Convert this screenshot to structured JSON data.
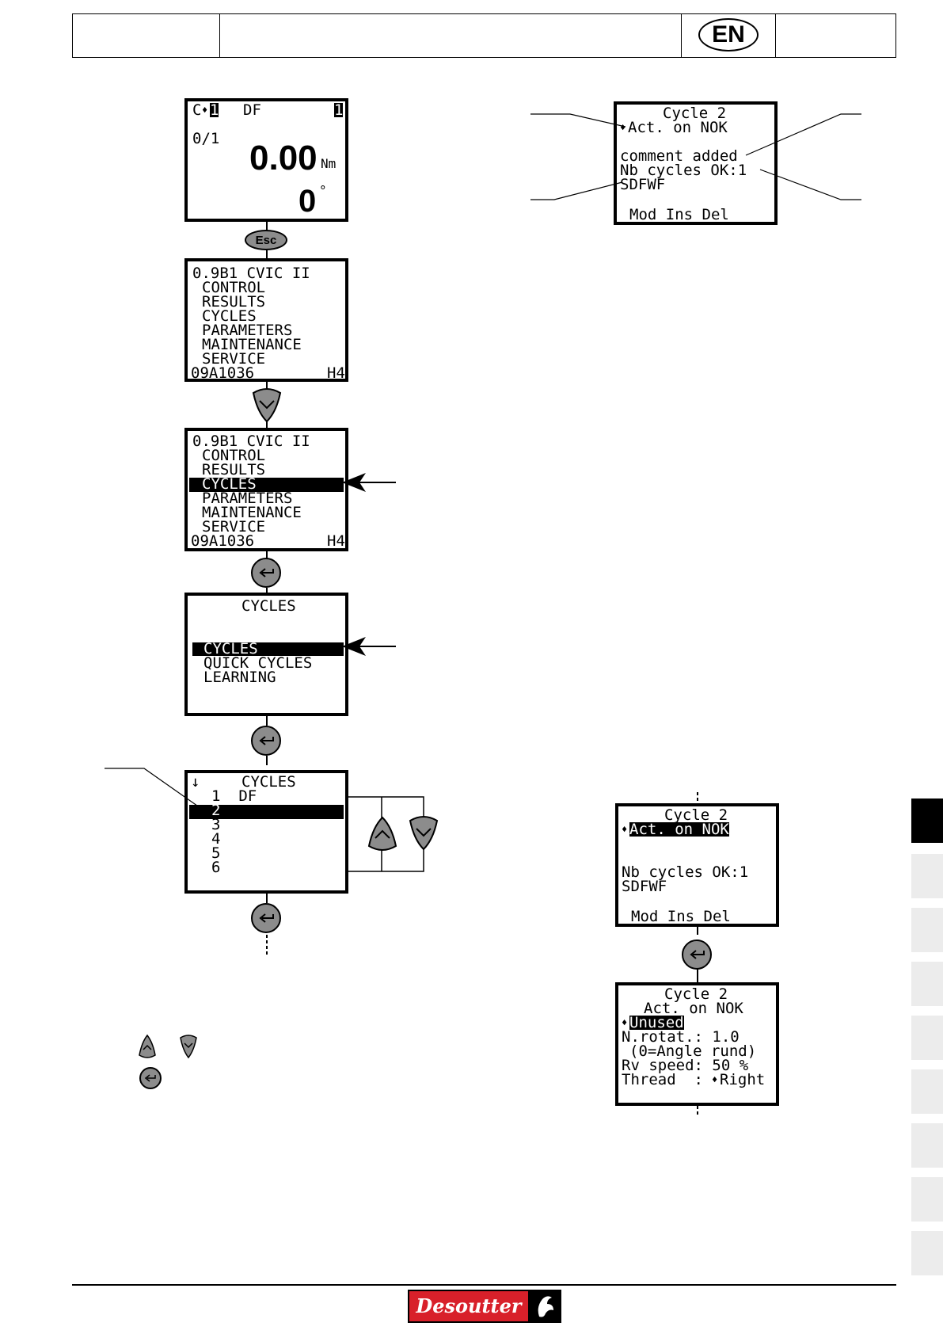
{
  "header": {
    "language": "EN"
  },
  "screens": {
    "run": {
      "top_left": "C",
      "num1": "1",
      "mode": "DF",
      "num2": "1",
      "counter": "0/1",
      "torque": "0.00",
      "torque_unit": "Nm",
      "angle": "0",
      "angle_unit": "°"
    },
    "menu_main": {
      "title": "0.9B1 CVIC II",
      "items": [
        "CONTROL",
        "RESULTS",
        "CYCLES",
        "PARAMETERS",
        "MAINTENANCE",
        "SERVICE"
      ],
      "footer_left": "09A1036",
      "footer_right": "H4"
    },
    "menu_cycles_selected": {
      "title": "0.9B1 CVIC II",
      "items": [
        "CONTROL",
        "RESULTS",
        "CYCLES",
        "PARAMETERS",
        "MAINTENANCE",
        "SERVICE"
      ],
      "selected_index": 2,
      "footer_left": "09A1036",
      "footer_right": "H4"
    },
    "cycles_menu": {
      "title": "CYCLES",
      "items": [
        "CYCLES",
        "QUICK CYCLES",
        "LEARNING"
      ],
      "selected_index": 0
    },
    "cycles_list": {
      "arrow": "↓",
      "title": "CYCLES",
      "items": [
        "1  DF",
        "2",
        "3",
        "4",
        "5",
        "6"
      ],
      "selected_index": 1
    },
    "cycle2_detail": {
      "title": "Cycle 2",
      "line1": "Act. on NOK",
      "line2": "",
      "line3": "comment added",
      "line4": "Nb cycles OK:1",
      "line5": "SDFWF",
      "footer": "Mod Ins Del"
    },
    "cycle2_selected": {
      "title": "Cycle 2",
      "line1": "Act. on NOK",
      "line2": "Nb cycles OK:1",
      "line3": "SDFWF",
      "footer": "Mod Ins Del"
    },
    "cycle2_params": {
      "title": "Cycle 2",
      "line1": "Act. on NOK",
      "selected": "Unused",
      "line3": "N.rotat.: 1.0",
      "line4": "(0=Angle rund)",
      "line5": "Rv speed: 50 %",
      "line6": "Thread  :",
      "thread_value": "Right"
    }
  },
  "buttons": {
    "esc": "Esc"
  },
  "brand": {
    "name": "Desoutter",
    "accent": "#d8202a"
  },
  "side_tabs": {
    "count": 9,
    "active_index": 0
  }
}
